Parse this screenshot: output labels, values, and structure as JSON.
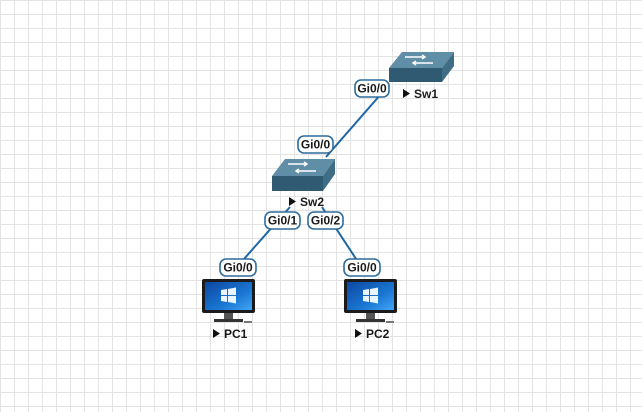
{
  "colors": {
    "link": "#1e66a6",
    "switch_top": "#5f8ea6",
    "switch_side": "#3f6d86",
    "switch_front": "#2f5a72",
    "port_border": "#2e6c9c",
    "port_fill": "#ffffff",
    "monitor_screen": "#1565c0"
  },
  "nodes": {
    "sw1": {
      "label": "Sw1",
      "icon": "switch-icon"
    },
    "sw2": {
      "label": "Sw2",
      "icon": "switch-icon"
    },
    "pc1": {
      "label": "PC1",
      "icon": "pc-icon"
    },
    "pc2": {
      "label": "PC2",
      "icon": "pc-icon"
    }
  },
  "ports": {
    "sw1_gi00": "Gi0/0",
    "sw2_gi00": "Gi0/0",
    "sw2_gi01": "Gi0/1",
    "sw2_gi02": "Gi0/2",
    "pc1_gi00": "Gi0/0",
    "pc2_gi00": "Gi0/0"
  }
}
